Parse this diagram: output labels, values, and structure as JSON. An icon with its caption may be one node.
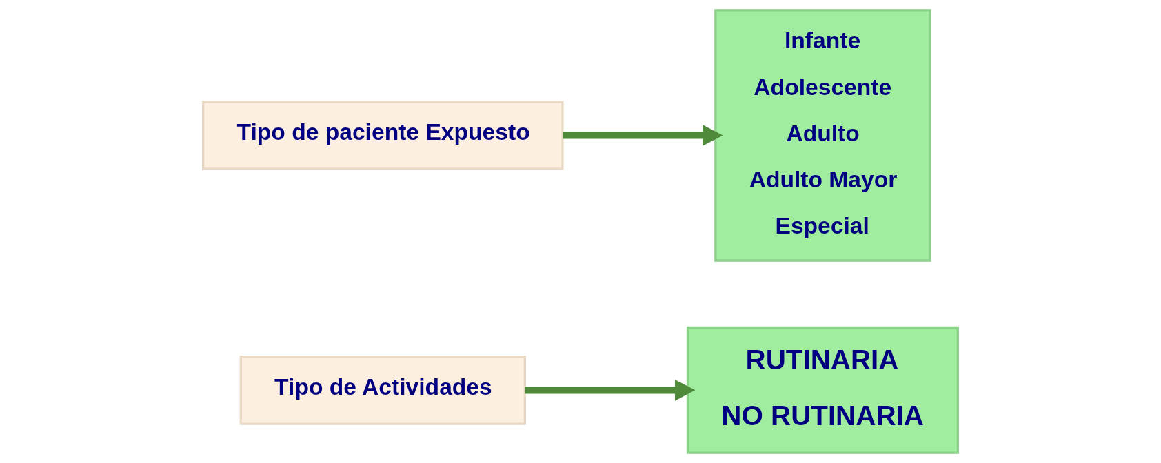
{
  "diagram": {
    "nodes": [
      {
        "text": [
          "Tipo de Actividades"
        ]
      },
      {
        "text": [
          "RUTINARIA",
          "NO RUTINARIA"
        ]
      },
      {
        "text": [
          "Tipo de paciente Expuesto"
        ]
      },
      {
        "text": [
          "Infante",
          "Adolescente",
          "Adulto",
          "Adulto Mayor",
          "Especial"
        ]
      }
    ],
    "edges": [
      {
        "from": 0,
        "to": 1,
        "arrow": "to"
      },
      {
        "from": 2,
        "to": 3,
        "arrow": "to"
      }
    ]
  }
}
